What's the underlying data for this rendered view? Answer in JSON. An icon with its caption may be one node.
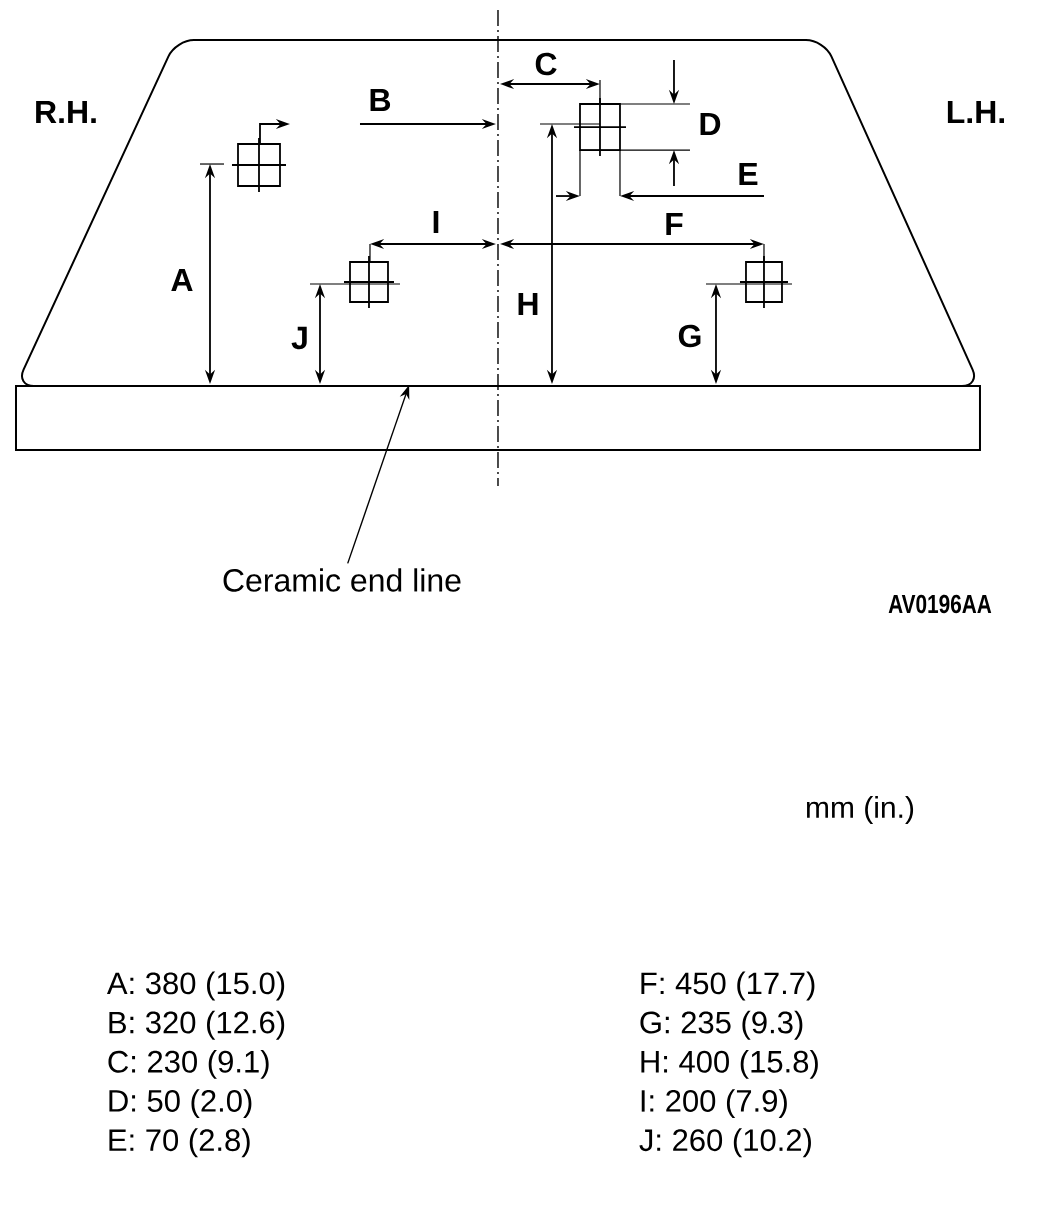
{
  "diagram": {
    "nodes": [
      {
        "text": [],
        "shape": "bar"
      },
      {
        "text": [
          "Ceramic end line"
        ]
      }
    ],
    "edges": [
      {
        "from": 1,
        "to": 0,
        "arrow": "to"
      }
    ],
    "labels": [
      "R.H.",
      "B",
      "C",
      "D",
      "L.H.",
      "E",
      "I",
      "F",
      "A",
      "H",
      "J",
      "G",
      "AV0196AA",
      "mm (in.)",
      "A:  380 (15.0)",
      "F:  450 (17.7)",
      "B:  320 (12.6)",
      "G:  235 (9.3)",
      "C:  230 (9.1)",
      "H:  400 (15.8)",
      "D:  50 (2.0)",
      "I:  200 (7.9)",
      "E:  70 (2.8)",
      "J:  260 (10.2)"
    ]
  }
}
